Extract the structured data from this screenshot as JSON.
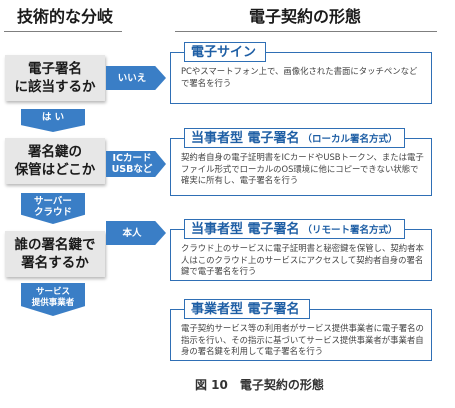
{
  "headers": {
    "left": "技術的な分岐",
    "right": "電子契約の形態"
  },
  "questions": [
    {
      "text": "電子署名\nに該当するか"
    },
    {
      "text": "署名鍵の\n保管はどこか"
    },
    {
      "text": "誰の署名鍵で\n署名するか"
    }
  ],
  "down_arrows": [
    {
      "label": "は い"
    },
    {
      "label": "サーバー\nクラウド"
    },
    {
      "label": "サービス\n提供事業者"
    }
  ],
  "right_arrows": [
    {
      "label": "いいえ"
    },
    {
      "label": "ICカード\nUSBなど"
    },
    {
      "label": "本人"
    }
  ],
  "results": [
    {
      "title": "電子サイン",
      "subtitle": "",
      "body": "PCやスマートフォン上で、画像化された書面にタッチペンなどで署名を行う"
    },
    {
      "title": "当事者型 電子署名",
      "subtitle": "（ローカル署名方式）",
      "body": "契約者自身の電子証明書をICカードやUSBトークン、または電子ファイル形式でローカルのOS環境に他にコピーできない状態で確実に所有し、電子署名を行う"
    },
    {
      "title": "当事者型 電子署名",
      "subtitle": "（リモート署名方式）",
      "body": "クラウド上のサービスに電子証明書と秘密鍵を保管し、契約者本人はこのクラウド上のサービスにアクセスして契約者自身の署名鍵で電子署名を行う"
    },
    {
      "title": "事業者型 電子署名",
      "subtitle": "",
      "body": "電子契約サービス等の利用者がサービス提供事業者に電子署名の指示を行い、その指示に基づいてサービス提供事業者が事業者自身の署名鍵を利用して電子署名を行う"
    }
  ],
  "caption": "図 10　電子契約の形態",
  "colors": {
    "accent": "#2f6fb5",
    "arrow": "#3a7ec6",
    "question_bg": "#e7e7e7"
  }
}
